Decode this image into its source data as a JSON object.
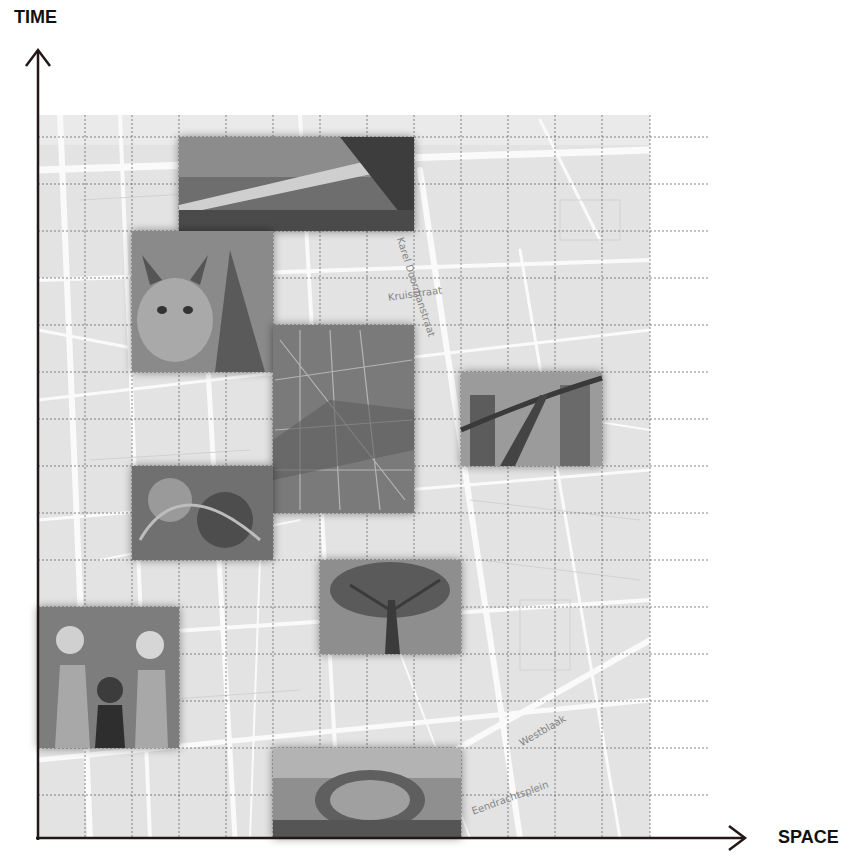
{
  "diagram": {
    "labels": [
      "TIME",
      "SPACE",
      "Kruisstraat",
      "Karel Doormanstraat",
      "Westblaak",
      "Eendrachtsplein"
    ]
  }
}
